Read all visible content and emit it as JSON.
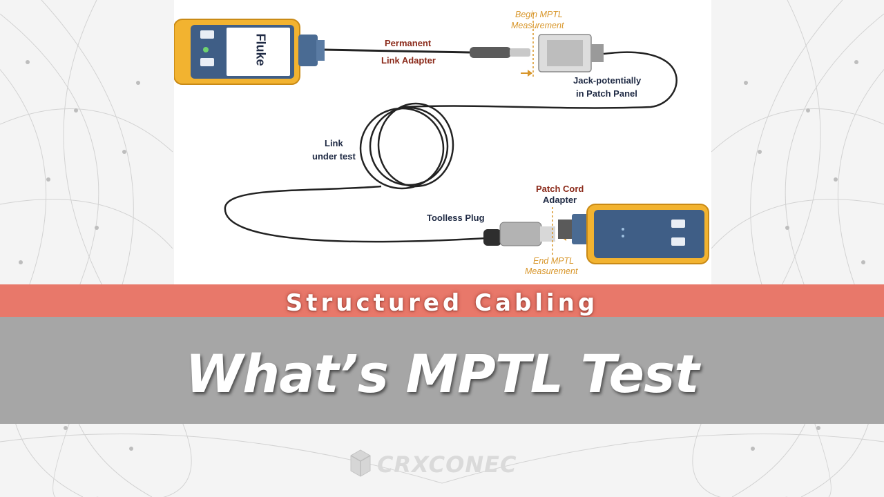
{
  "diagram": {
    "device_brand": "Fluke",
    "labels": {
      "permanent_line1": "Permanent",
      "permanent_line2": "Link Adapter",
      "begin_line1": "Begin MPTL",
      "begin_line2": "Measurement",
      "jack_line1": "Jack-potentially",
      "jack_line2": "in Patch Panel",
      "link_line1": "Link",
      "link_line2": "under test",
      "patch_line1": "Patch Cord",
      "patch_line2": "Adapter",
      "toolless": "Toolless Plug",
      "end_line1": "End MPTL",
      "end_line2": "Measurement"
    }
  },
  "banner": {
    "subtitle": "Structured Cabling",
    "title": "What’s MPTL Test"
  },
  "brand": {
    "name": "CRXCONEC"
  },
  "colors": {
    "device_yellow": "#f2b330",
    "device_screen_blue": "#3f5e86",
    "label_navy": "#1f2a44",
    "label_red": "#8b2a1a",
    "label_orange": "#d8962a",
    "band_red": "#e8786a",
    "band_grey": "#a6a6a6"
  }
}
